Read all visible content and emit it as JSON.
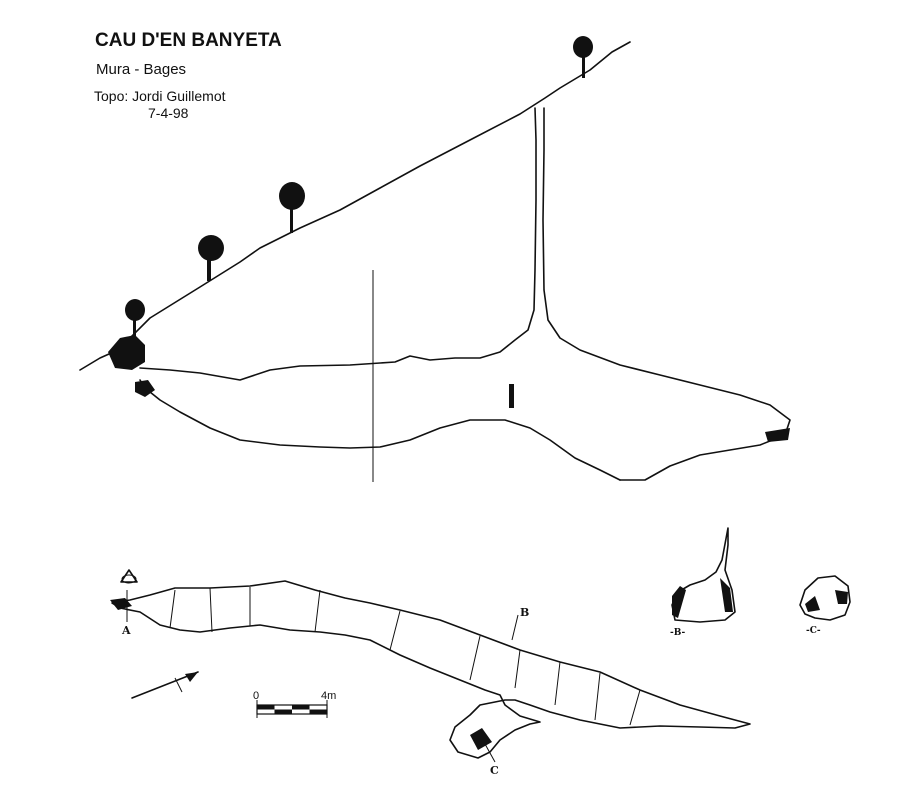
{
  "header": {
    "title": "CAU D'EN BANYETA",
    "location": "Mura - Bages",
    "topo": "Topo: Jordi Guillemot",
    "date": "7-4-98"
  },
  "scale_bar": {
    "start_label": "0",
    "end_label": "4m"
  },
  "plan_labels": {
    "entrance": "A",
    "section_b": "B",
    "section_c": "C"
  },
  "cross_sections": {
    "b_label": "-B-",
    "c_label": "-C-"
  },
  "icons": {
    "north": "north-arrow-icon",
    "tree": "tree-icon",
    "entrance": "entrance-symbol-icon"
  },
  "colors": {
    "ink": "#111111",
    "paper": "#ffffff"
  }
}
